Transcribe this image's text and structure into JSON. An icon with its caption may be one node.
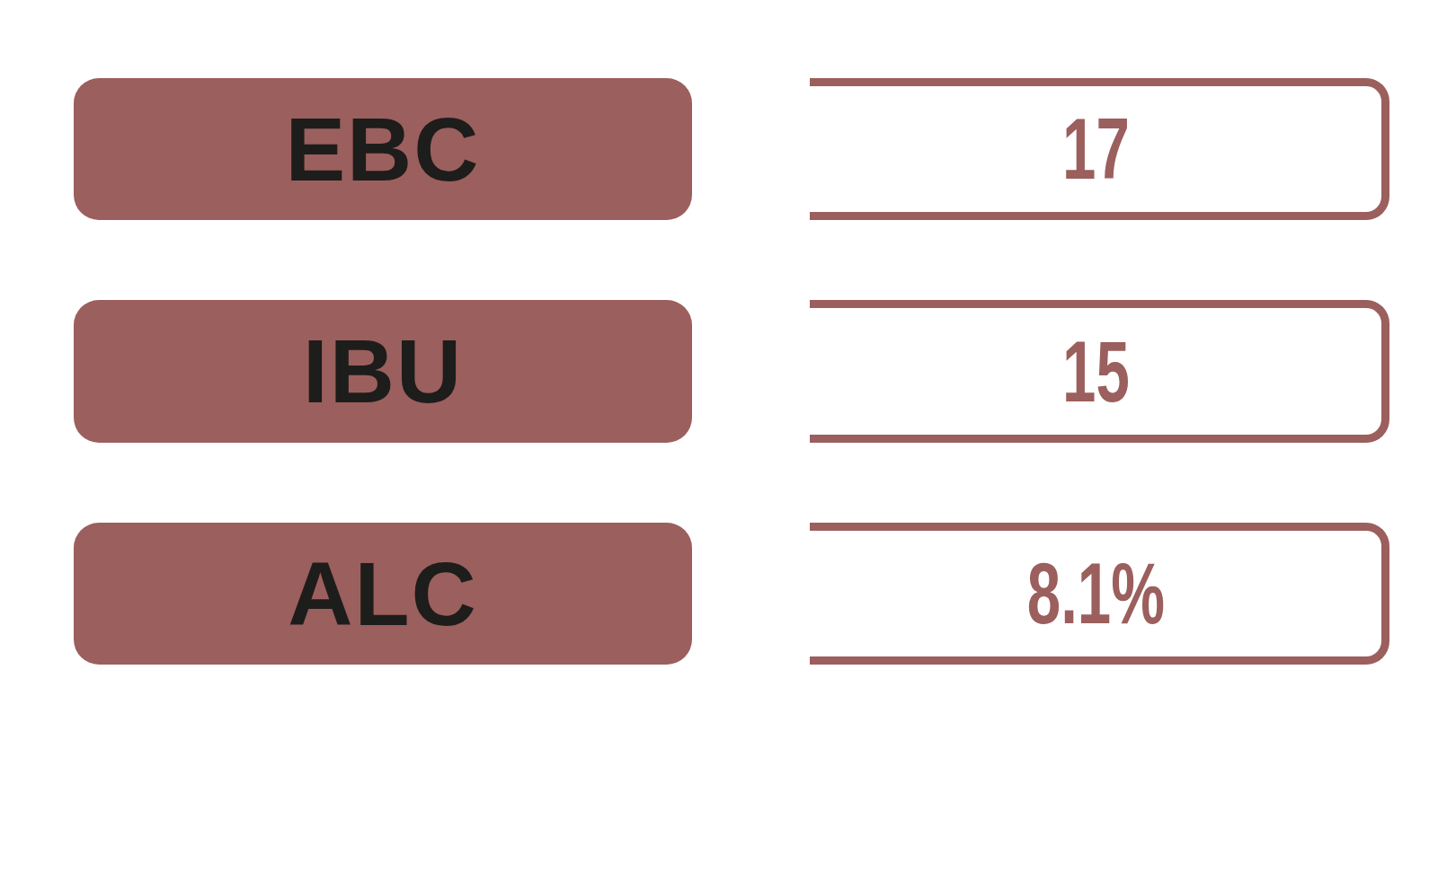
{
  "diagram": {
    "nodes": [
      {
        "text": [
          "EBC"
        ]
      },
      {
        "text": [
          "17"
        ]
      },
      {
        "text": [
          "IBU"
        ]
      },
      {
        "text": [
          "15"
        ]
      },
      {
        "text": [
          "ALC"
        ]
      },
      {
        "text": [
          "8.1%"
        ]
      }
    ]
  }
}
